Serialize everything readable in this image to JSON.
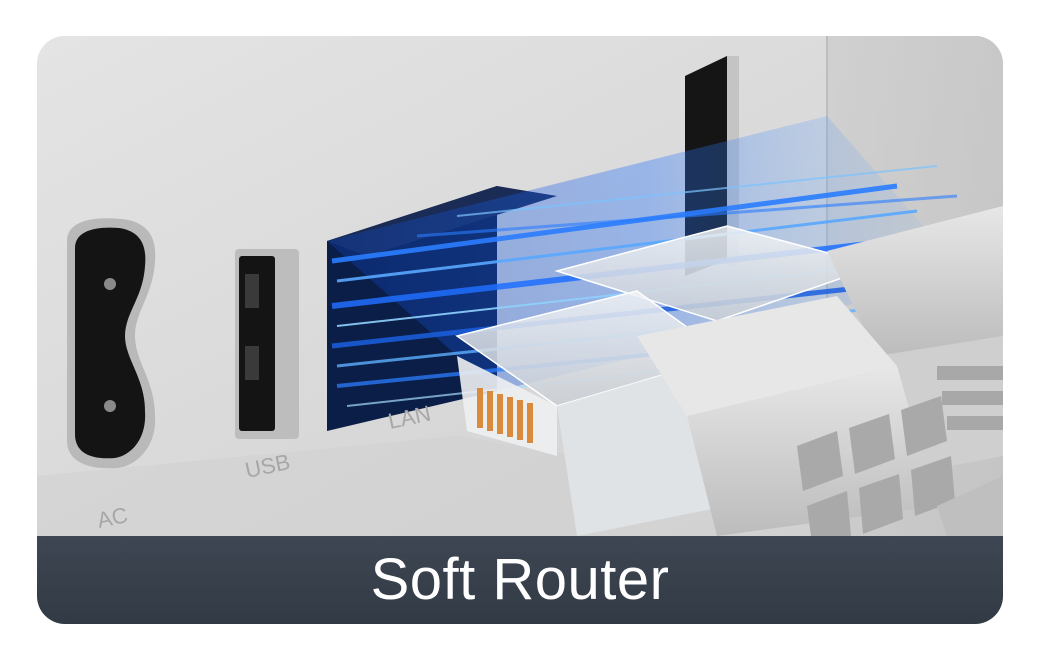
{
  "caption": {
    "title": "Soft Router"
  },
  "ports": {
    "ac_label": "AC",
    "usb_label": "USB",
    "lan_label": "LAN"
  },
  "colors": {
    "caption_bar": "#3a424d",
    "caption_text": "#ffffff",
    "housing": "#d9d9d9",
    "signal_blue": "#1f6fff"
  }
}
